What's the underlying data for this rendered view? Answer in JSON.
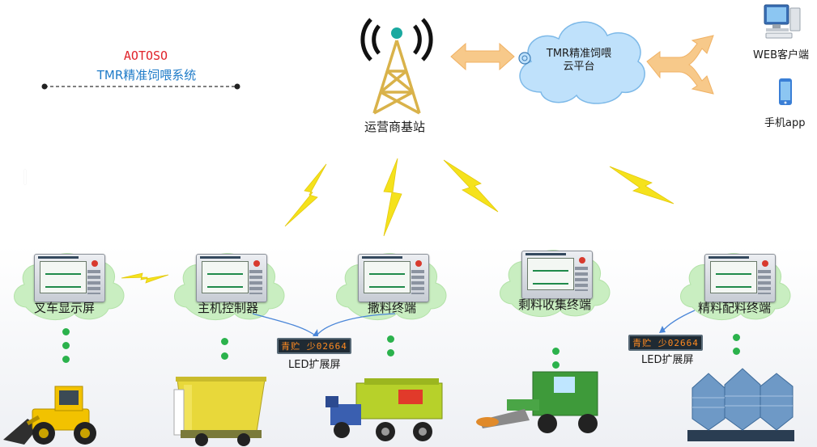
{
  "brand": {
    "name": "AOTOSO",
    "system": "TMR精准饲喂系统"
  },
  "network": {
    "base_station": "运营商基站",
    "cloud": {
      "line1": "TMR精准饲喂",
      "line2": "云平台"
    },
    "web_client": "WEB客户端",
    "mobile_app": "手机app"
  },
  "terminals": [
    {
      "label": "叉车显示屏"
    },
    {
      "label": "主机控制器"
    },
    {
      "label": "撒料终端"
    },
    {
      "label": "剩料收集终端"
    },
    {
      "label": "精料配料终端"
    }
  ],
  "led_screens": [
    {
      "label": "LED扩展屏",
      "display": "青贮 少02664"
    },
    {
      "label": "LED扩展屏",
      "display": "青贮 少02664"
    }
  ],
  "colors": {
    "brand_red": "#e0242b",
    "brand_blue": "#1e7bc8",
    "cloud_blue": "#bfe1fb",
    "blob_green": "#c9eec1",
    "lightning_yellow": "#f5e21c",
    "arrow_orange": "#f7c98a",
    "link_blue": "#4a86d8",
    "tower_gold": "#d9b24a"
  }
}
